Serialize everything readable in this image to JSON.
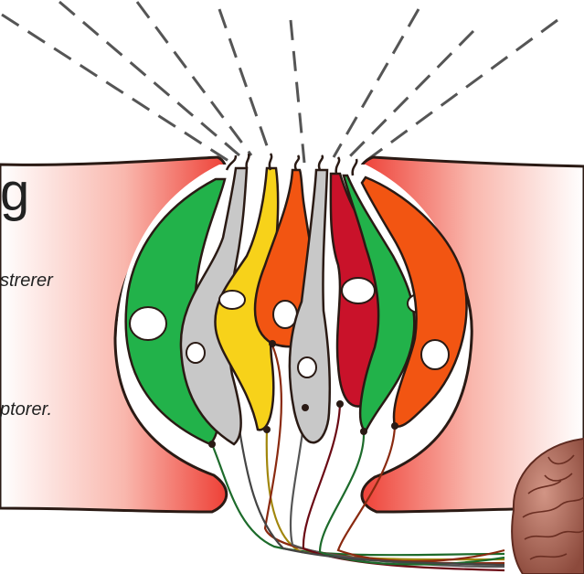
{
  "text_fragments": {
    "heading_fragment": "g",
    "line_1_fragment": "strerer",
    "line_2_fragment": "ptorer."
  },
  "colors": {
    "tissue_left": "#f04a40",
    "tissue_right": "#f04a40",
    "cell_green": "#22b24a",
    "cell_gray": "#c8c8c8",
    "cell_yellow": "#f7d21a",
    "cell_orange": "#f25512",
    "cell_red": "#c9122a",
    "nucleus": "#ffffff",
    "outline": "#2a1a14",
    "dashes": "#555555",
    "brain": "#b5695a"
  },
  "icons": {
    "brain": "brain-illustration"
  }
}
